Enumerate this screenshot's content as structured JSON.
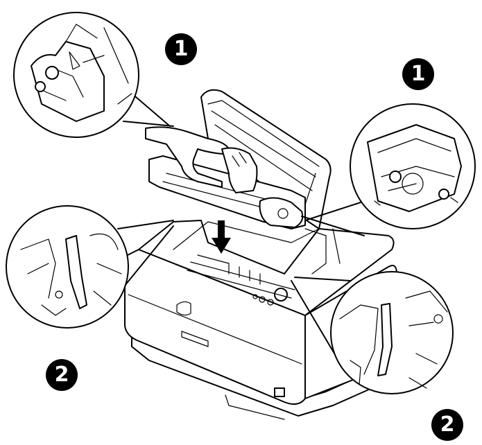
{
  "callouts": {
    "step1_top_left": "1",
    "step1_top_right": "1",
    "step2_bottom_left": "2",
    "step2_bottom_right": "2"
  },
  "colors": {
    "line": "#000000",
    "background": "#ffffff",
    "badge_fill": "#000000",
    "badge_text": "#ffffff"
  },
  "icons": [
    "down-arrow-icon"
  ]
}
